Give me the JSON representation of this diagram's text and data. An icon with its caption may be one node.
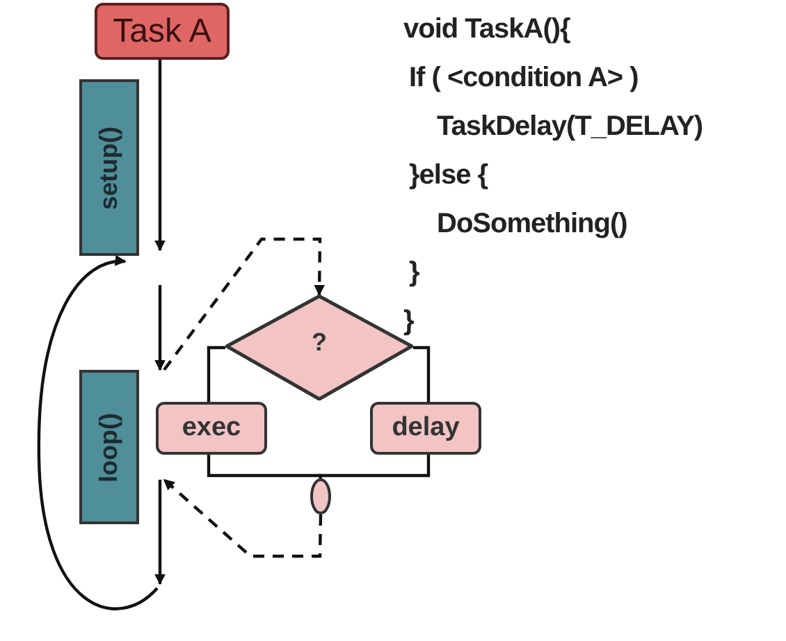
{
  "diagram": {
    "nodes": [
      {
        "text": [
          "Task A"
        ]
      },
      {
        "text": [
          "setup()"
        ]
      },
      {
        "text": [
          "loop()"
        ]
      },
      {
        "text": [
          "?"
        ]
      },
      {
        "text": [
          "exec"
        ]
      },
      {
        "text": [
          "delay"
        ]
      },
      {
        "text": [],
        "shape": "circle"
      }
    ],
    "edges": [
      {
        "from": 0,
        "to": 1,
        "arrow": "to"
      },
      {
        "from": null,
        "to": 2,
        "arrow": "to"
      },
      {
        "from": 2,
        "to": null,
        "arrow": "to"
      },
      {
        "from": null,
        "to": 1,
        "arrow": "to"
      },
      {
        "from": 2,
        "to": 3,
        "arrow": "to",
        "style": "dashed"
      },
      {
        "from": 3,
        "to": 4,
        "arrow": "none"
      },
      {
        "from": 3,
        "to": 5,
        "arrow": "none"
      },
      {
        "from": 4,
        "to": 6,
        "arrow": "none"
      },
      {
        "from": 5,
        "to": 6,
        "arrow": "none"
      },
      {
        "from": 6,
        "to": 2,
        "arrow": "to",
        "style": "dashed"
      }
    ],
    "labels": [
      "void TaskA(){",
      "If ( <condition A> )",
      "TaskDelay(T_DELAY)",
      "}else {",
      "DoSomething()",
      "}",
      "}"
    ]
  }
}
